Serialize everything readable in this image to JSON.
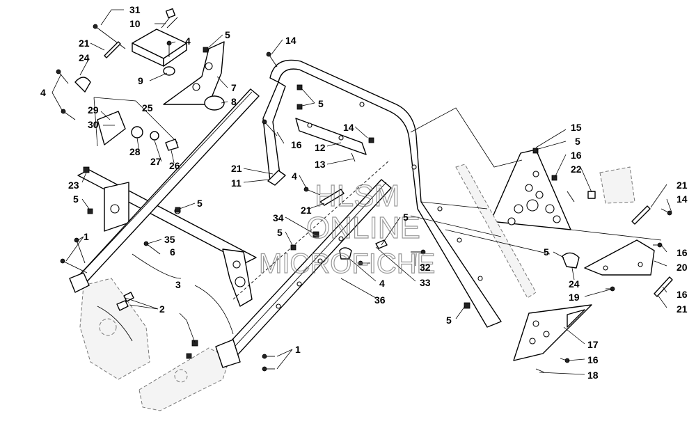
{
  "watermark": {
    "line1": "HLSM",
    "line2": "ONLINE",
    "line3": "MICROFICHE"
  },
  "callouts": {
    "c1a": "1",
    "c1b": "1",
    "c2": "2",
    "c3": "3",
    "c4a": "4",
    "c4b": "4",
    "c4c": "4",
    "c4d": "4",
    "c5a": "5",
    "c5b": "5",
    "c5c": "5",
    "c5d": "5",
    "c5e": "5",
    "c5f": "5",
    "c5g": "5",
    "c5h": "5",
    "c5i": "5",
    "c6": "6",
    "c7": "7",
    "c8": "8",
    "c9": "9",
    "c10": "10",
    "c11": "11",
    "c12": "12",
    "c13": "13",
    "c14a": "14",
    "c14b": "14",
    "c14c": "14",
    "c15": "15",
    "c16a": "16",
    "c16b": "16",
    "c16c": "16",
    "c16d": "16",
    "c16e": "16",
    "c17": "17",
    "c18": "18",
    "c19": "19",
    "c20": "20",
    "c21a": "21",
    "c21b": "21",
    "c21c": "21",
    "c21d": "21",
    "c21e": "21",
    "c22": "22",
    "c23": "23",
    "c24a": "24",
    "c24b": "24",
    "c25": "25",
    "c26": "26",
    "c27": "27",
    "c28": "28",
    "c29": "29",
    "c30": "30",
    "c31": "31",
    "c32": "32",
    "c33": "33",
    "c34": "34",
    "c35": "35",
    "c36": "36"
  }
}
